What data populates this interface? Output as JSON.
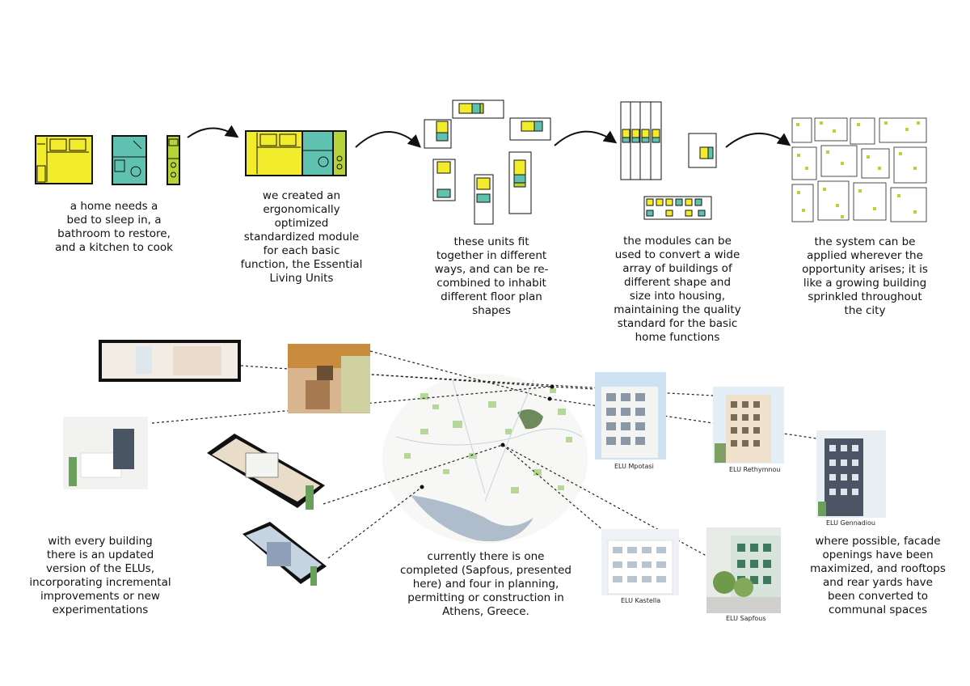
{
  "colors": {
    "living": "#f2ec2c",
    "bath": "#5fc2b0",
    "kitchen": "#b8d33a",
    "outline": "#111111",
    "map_green": "#b6d79a",
    "map_water": "#aebccc"
  },
  "steps": [
    {
      "caption": "a home needs a\nbed to sleep in, a\nbathroom to restore,\nand a kitchen to cook"
    },
    {
      "caption": "we created an\nergonomically\noptimized\nstandardized module\nfor each basic\nfunction, the Essential\nLiving Units"
    },
    {
      "caption": "these units fit\ntogether in different\nways, and can be re-\ncombined to inhabit\ndifferent floor plan\nshapes"
    },
    {
      "caption": "the modules can be\nused to convert a wide\narray of buildings of\ndifferent shape and\nsize into housing,\nmaintaining the quality\nstandard for the basic\nhome functions"
    },
    {
      "caption": "the system can be\napplied wherever the\nopportunity arises; it is\nlike a growing building\nsprinkled throughout\nthe city"
    }
  ],
  "bottom": {
    "left_caption": "with every building\nthere is an updated\nversion of the ELUs,\nincorporating incremental\nimprovements or new\nexperimentations",
    "center_caption": "currently there is one\ncompleted (Sapfous, presented\nhere) and four in planning,\npermitting or construction in\nAthens, Greece.",
    "right_caption": "where possible, facade\nopenings have been\nmaximized, and rooftops\nand rear yards have\nbeen converted to\ncommunal spaces"
  },
  "buildings": [
    {
      "name": "ELU Mpotasi"
    },
    {
      "name": "ELU Rethymnou"
    },
    {
      "name": "ELU Gennadiou"
    },
    {
      "name": "ELU Kastella"
    },
    {
      "name": "ELU Sapfous"
    }
  ]
}
